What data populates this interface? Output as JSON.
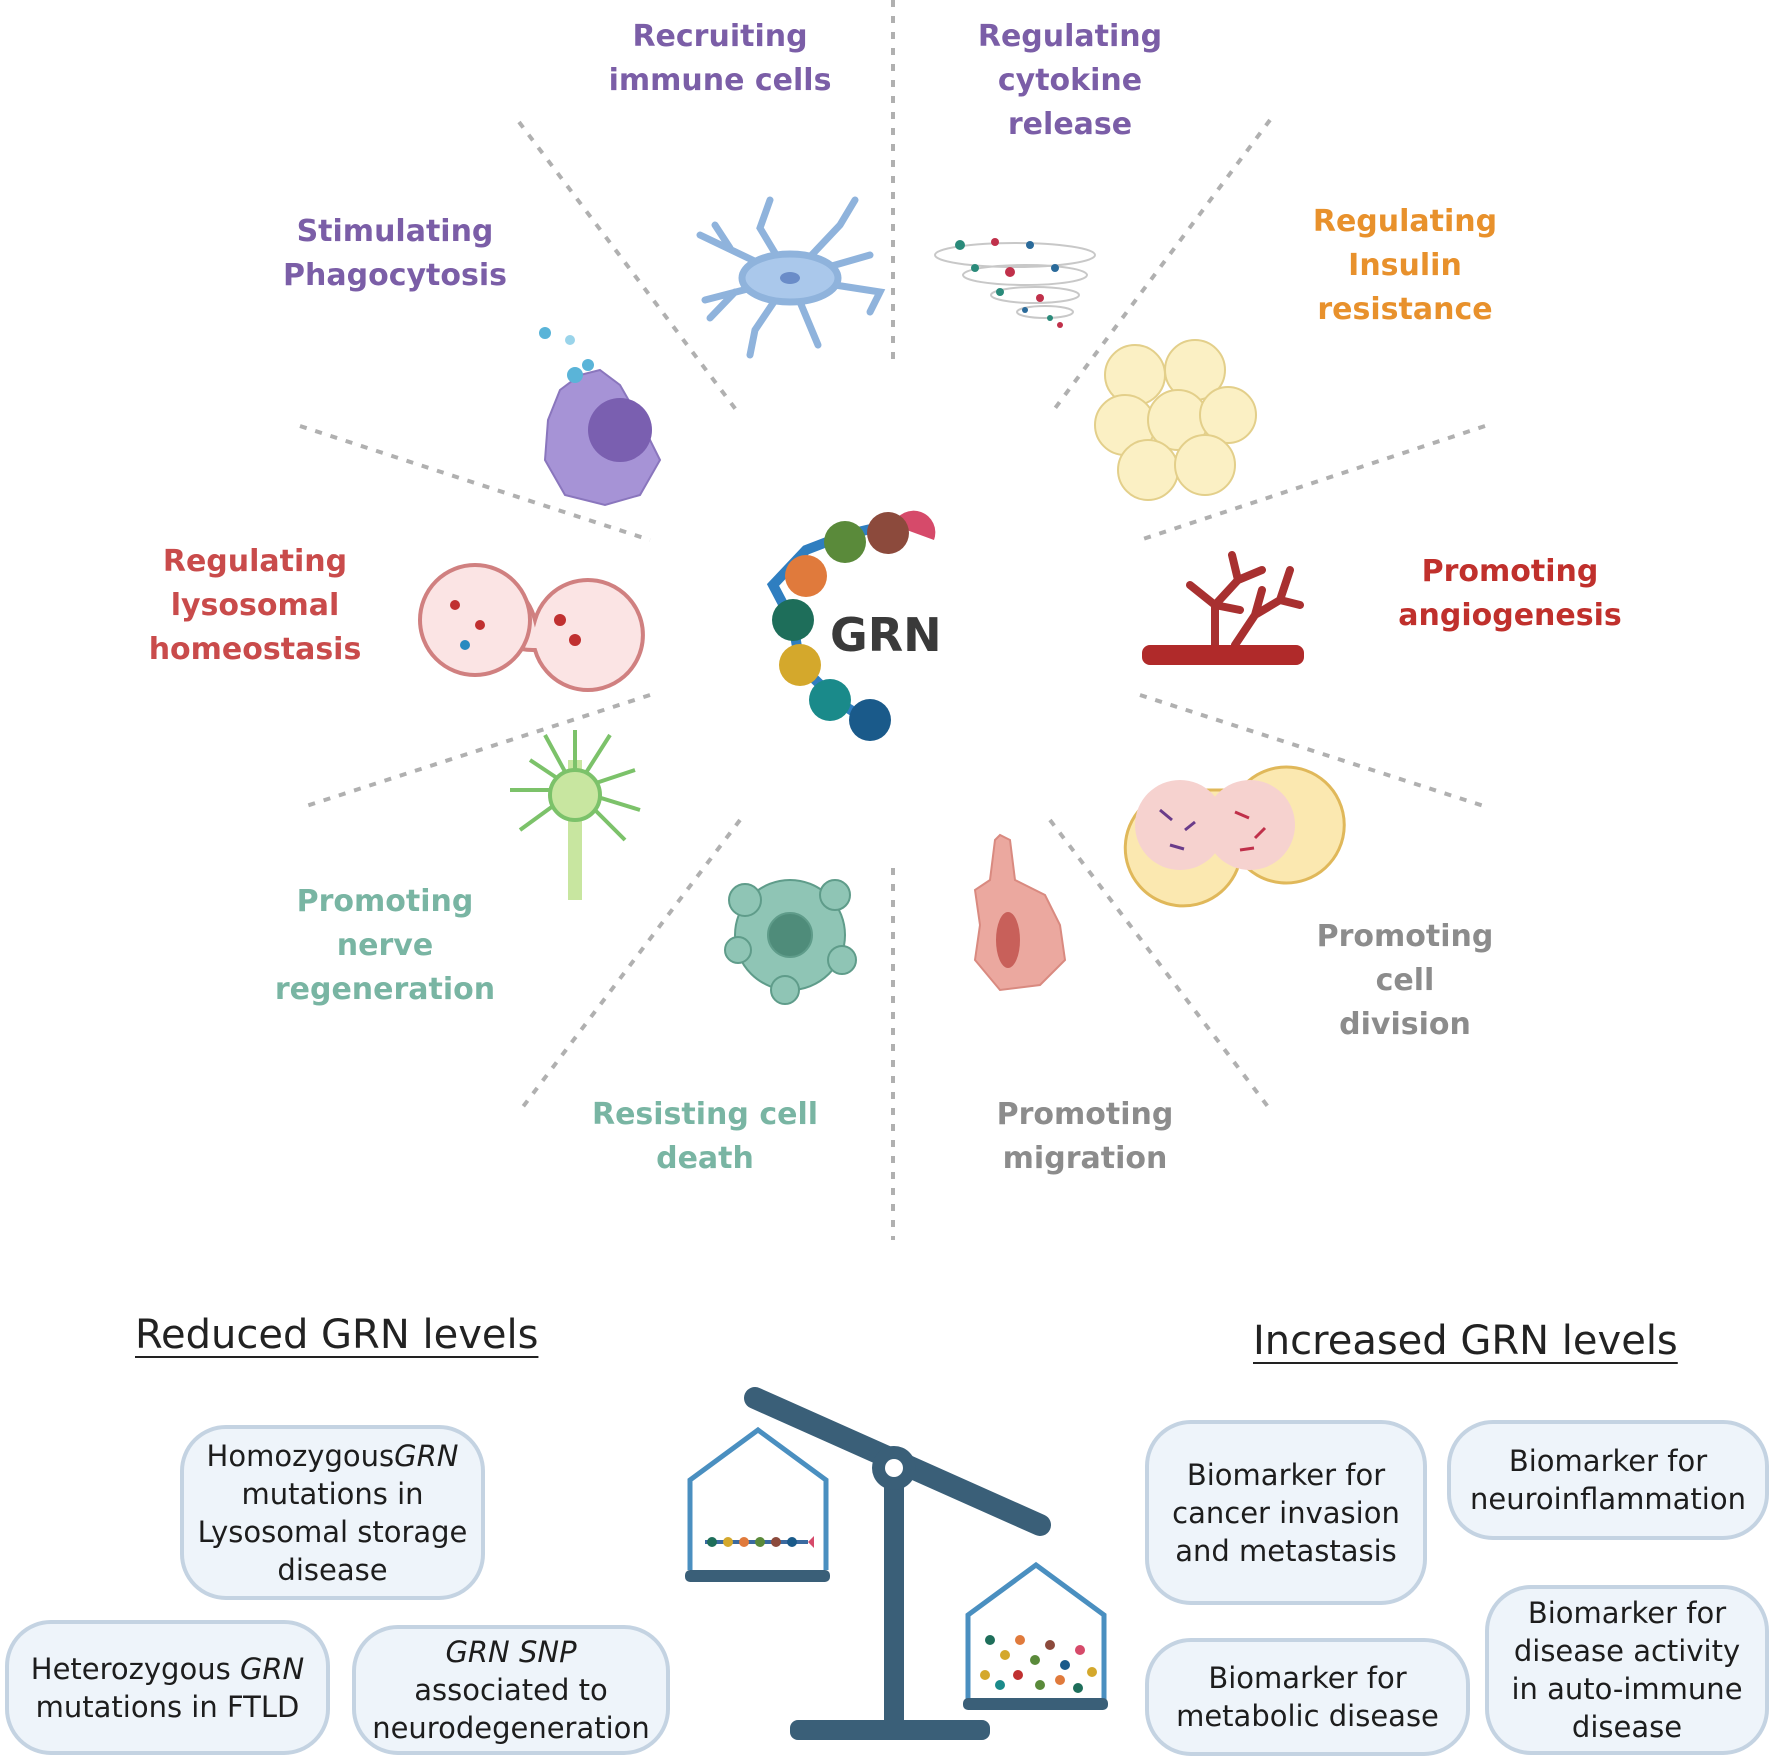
{
  "center": {
    "label": "GRN"
  },
  "functions": [
    {
      "id": "recruiting",
      "text": "Recruiting\nimmune cells",
      "color": "#7b5ea7"
    },
    {
      "id": "cytokine",
      "text": "Regulating\ncytokine\nrelease",
      "color": "#7b5ea7"
    },
    {
      "id": "insulin",
      "text": "Regulating\nInsulin\nresistance",
      "color": "#e8912c"
    },
    {
      "id": "angiogenesis",
      "text": "Promoting\nangiogenesis",
      "color": "#c0302c"
    },
    {
      "id": "division",
      "text": "Promoting\ncell\ndivision",
      "color": "#8c8c8c"
    },
    {
      "id": "migration",
      "text": "Promoting\nmigration",
      "color": "#8c8c8c"
    },
    {
      "id": "celldeath",
      "text": "Resisting cell\ndeath",
      "color": "#79b5a3"
    },
    {
      "id": "nerve",
      "text": "Promoting\nnerve\nregeneration",
      "color": "#79b5a3"
    },
    {
      "id": "lysosomal",
      "text": "Regulating\nlysosomal\nhomeostasis",
      "color": "#c94b4b"
    },
    {
      "id": "phagocytosis",
      "text": "Stimulating\nPhagocytosis",
      "color": "#7b5ea7"
    }
  ],
  "reduced": {
    "heading": "Reduced GRN levels",
    "boxes": [
      {
        "id": "homozygous",
        "parts": [
          [
            "Homozygous",
            ""
          ],
          [
            "GRN",
            "i"
          ],
          [
            " mutations in Lysosomal storage disease",
            ""
          ]
        ]
      },
      {
        "id": "heterozygous",
        "parts": [
          [
            "Heterozygous ",
            ""
          ],
          [
            "GRN",
            "i"
          ],
          [
            " mutations in FTLD",
            ""
          ]
        ]
      },
      {
        "id": "snp",
        "parts": [
          [
            "GRN SNP",
            "i"
          ],
          [
            " associated to neurodegeneration",
            ""
          ]
        ]
      }
    ]
  },
  "increased": {
    "heading": "Increased GRN levels",
    "boxes": [
      {
        "id": "cancer",
        "parts": [
          [
            "Biomarker for cancer invasion and metastasis",
            ""
          ]
        ]
      },
      {
        "id": "neuroinflammation",
        "parts": [
          [
            "Biomarker for neuroinflammation",
            ""
          ]
        ]
      },
      {
        "id": "metabolic",
        "parts": [
          [
            "Biomarker for metabolic disease",
            ""
          ]
        ]
      },
      {
        "id": "autoimmune",
        "parts": [
          [
            "Biomarker for disease activity in auto-immune disease",
            ""
          ]
        ]
      }
    ]
  },
  "colors": {
    "divider": "#b0b0b0",
    "scale": "#3a5f78",
    "basket": "#4a8fc0",
    "bead_sequence": [
      "#e07a3c",
      "#5a8a3a",
      "#8c4a3c",
      "#1e6e5a",
      "#d4a82c",
      "#1a8a8a",
      "#1a5a8a",
      "#d64a6a"
    ]
  }
}
